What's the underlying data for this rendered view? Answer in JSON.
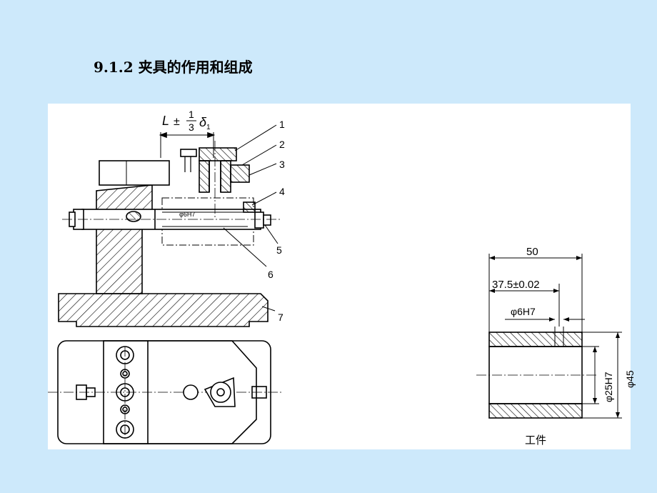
{
  "slide": {
    "title": "9.1.2  夹具的作用和组成"
  },
  "drawing": {
    "tolerance": {
      "L": "L",
      "pm": "±",
      "num": "1",
      "den": "3",
      "delta": "δ",
      "sub": "1"
    },
    "callouts": [
      "1",
      "2",
      "3",
      "4",
      "5",
      "6",
      "7"
    ],
    "fixture_fit": "φ6H7",
    "workpiece": {
      "overall_length": "50",
      "hole_position": "37.5±0.02",
      "hole_dia": "φ6H7",
      "bore_dia": "φ25H7",
      "outer_dia": "φ45",
      "caption": "工件"
    }
  }
}
